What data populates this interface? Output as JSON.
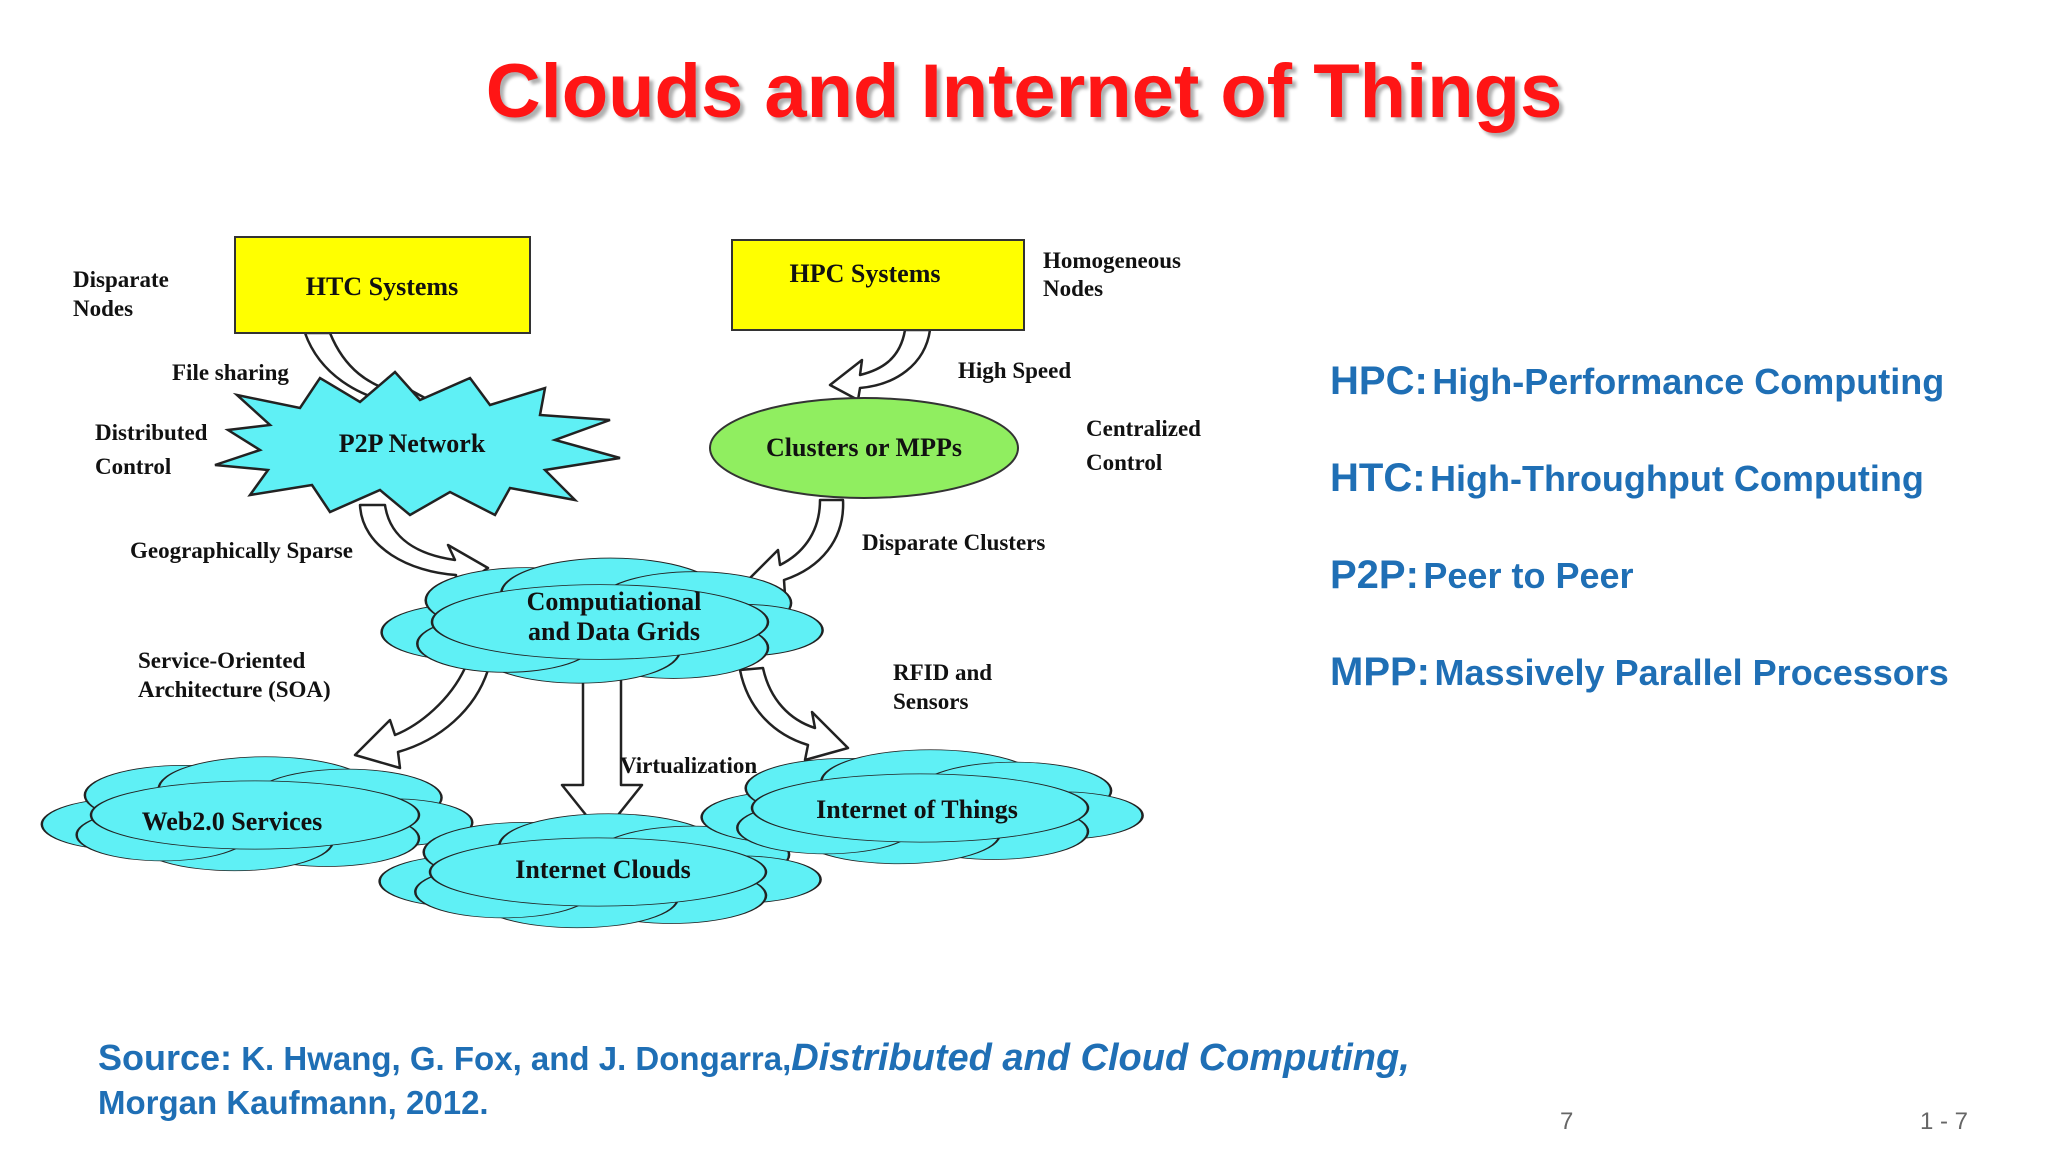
{
  "title": "Clouds and Internet of Things",
  "nodes": {
    "htc": "HTC Systems",
    "hpc": "HPC Systems",
    "p2p": "P2P Network",
    "clusters": "Clusters or MPPs",
    "grids_line1": "Computiational",
    "grids_line2": "and Data Grids",
    "web2": "Web2.0 Services",
    "internet_clouds": "Internet Clouds",
    "iot": "Internet of Things"
  },
  "edge_labels": {
    "disparate_nodes_1": "Disparate",
    "disparate_nodes_2": "Nodes",
    "homogeneous_nodes_1": "Homogeneous",
    "homogeneous_nodes_2": "Nodes",
    "file_sharing": "File sharing",
    "high_speed": "High Speed",
    "distributed_control_1": "Distributed",
    "distributed_control_2": "Control",
    "centralized_control_1": "Centralized",
    "centralized_control_2": "Control",
    "geographically_sparse": "Geographically Sparse",
    "disparate_clusters": "Disparate Clusters",
    "soa_1": "Service-Oriented",
    "soa_2": "Architecture (SOA)",
    "rfid_1": "RFID and",
    "rfid_2": "Sensors",
    "virtualization": "Virtualization"
  },
  "definitions": [
    {
      "abbr": "HPC:",
      "full": "High-Performance Computing"
    },
    {
      "abbr": "HTC:",
      "full": "High-Throughput Computing"
    },
    {
      "abbr": "P2P:",
      "full": "Peer to Peer"
    },
    {
      "abbr": "MPP:",
      "full": "Massively Parallel Processors"
    }
  ],
  "source": {
    "label": "Source:",
    "authors": "K. Hwang,  G. Fox,  and  J. Dongarra,",
    "book": "Distributed and Cloud Computing,",
    "publisher": "Morgan Kaufmann, 2012."
  },
  "page_numbers": {
    "center": "7",
    "right": "1 - 7"
  },
  "colors": {
    "title": "#ff1515",
    "box_fill": "#ffff00",
    "ellipse_fill": "#90ee60",
    "cloud_fill": "#5ff0f5",
    "text_blue": "#1f6fb5"
  }
}
